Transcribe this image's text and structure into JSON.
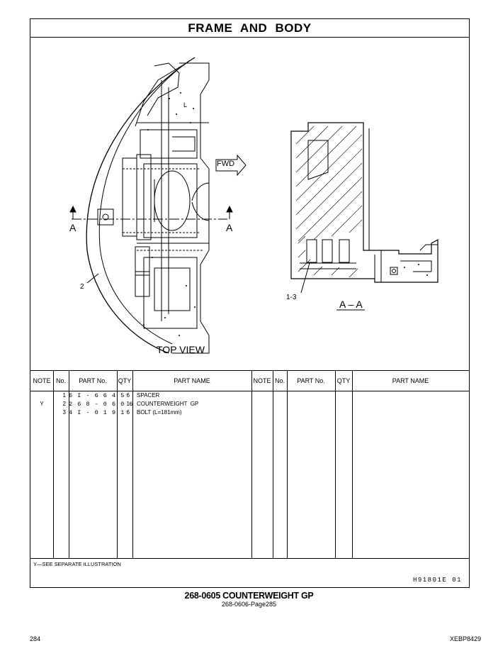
{
  "header": {
    "title": "FRAME AND BODY"
  },
  "illustration": {
    "fwd_label": "FWD",
    "section_marker": "A",
    "top_view_label": "TOP VIEW",
    "item_label_2": "2",
    "item_label_l": "L",
    "callout_1_3": "1-3",
    "section_label": "A – A"
  },
  "table": {
    "columns": [
      "NOTE",
      "No.",
      "PART No.",
      "QTY",
      "PART NAME"
    ],
    "rows": [
      {
        "note": "",
        "no": "1",
        "part_no": "6 I - 6 6 4 5",
        "qty": "6",
        "name": "SPACER"
      },
      {
        "note": "Y",
        "no": "2",
        "part_no": "2 6 8 - 0 6 0 6",
        "qty": "1",
        "name": "COUNTERWEIGHT  GP"
      },
      {
        "note": "",
        "no": "3",
        "part_no": "4 I - 0 1 9 1",
        "qty": "6",
        "name": "BOLT (L=181mm)"
      }
    ],
    "footnote": "Y—SEE  SEPARATE  ILLUSTRATION",
    "reference": "H91801E   01"
  },
  "caption": {
    "title": "268-0605  COUNTERWEIGHT  GP",
    "subtitle": "268-0606-Page285"
  },
  "footer": {
    "page_number": "284",
    "doc_code": "XEBP8429"
  }
}
